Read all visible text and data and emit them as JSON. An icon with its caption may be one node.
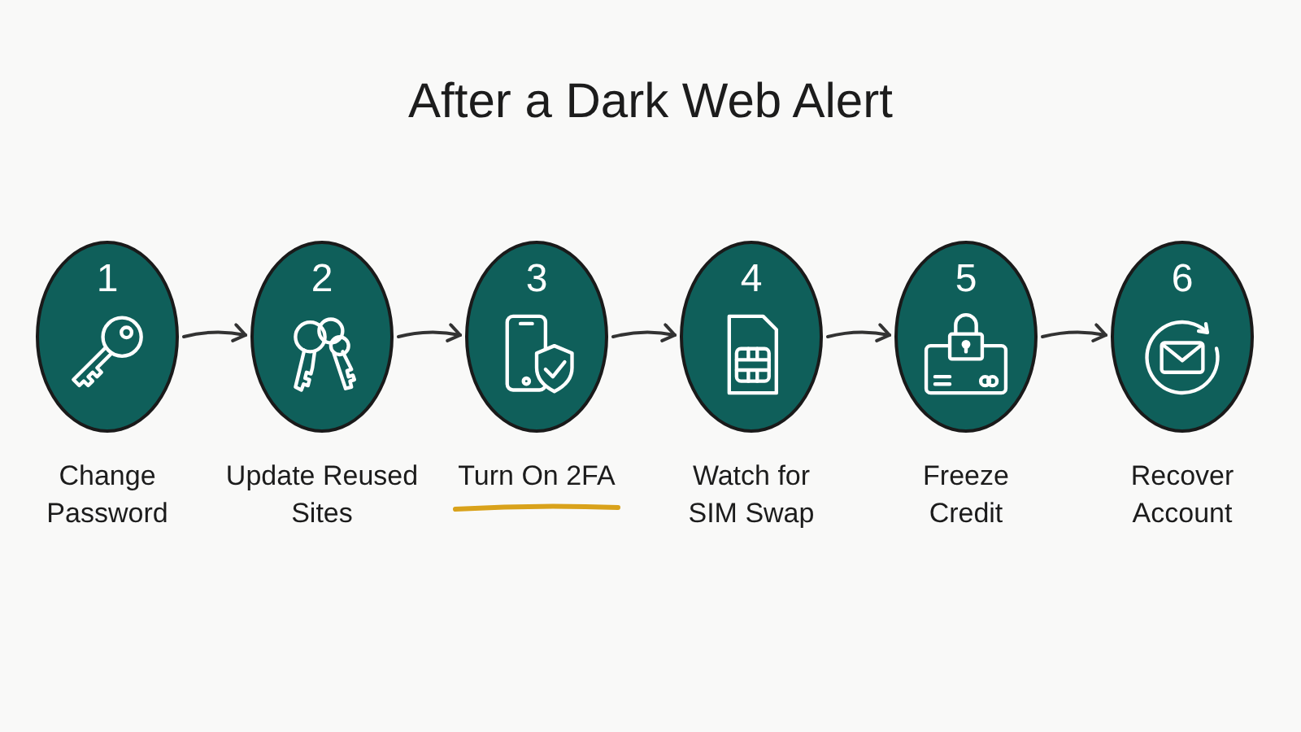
{
  "diagram": {
    "title": "After a Dark Web Alert",
    "nodes": [
      {
        "text": [
          "1"
        ],
        "beside": [
          "Change Password"
        ]
      },
      {
        "text": [
          "2"
        ],
        "beside": [
          "Update Reused Sites"
        ]
      },
      {
        "text": [
          "3"
        ],
        "beside": [
          "Turn On 2FA"
        ]
      },
      {
        "text": [
          "4"
        ],
        "beside": [
          "Watch for SIM Swap"
        ]
      },
      {
        "text": [
          "5"
        ],
        "beside": [
          "Freeze Credit"
        ]
      },
      {
        "text": [
          "6"
        ],
        "beside": [
          "Recover Account"
        ]
      }
    ],
    "edges": [
      {
        "from": 0,
        "to": 1,
        "arrow": "to"
      },
      {
        "from": 1,
        "to": 2,
        "arrow": "to"
      },
      {
        "from": 2,
        "to": 3,
        "arrow": "to"
      },
      {
        "from": 3,
        "to": 4,
        "arrow": "to"
      },
      {
        "from": 4,
        "to": 5,
        "arrow": "to"
      }
    ]
  }
}
